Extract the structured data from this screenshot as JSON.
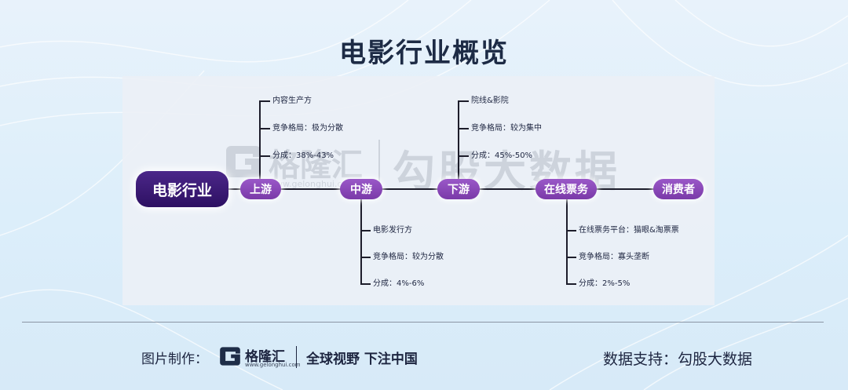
{
  "title": "电影行业概览",
  "root": {
    "label": "电影行业"
  },
  "stages": [
    {
      "label": "上游",
      "details": [
        "内容生产方",
        "竞争格局：极为分散",
        "分成：38%-43%"
      ]
    },
    {
      "label": "中游",
      "details": [
        "电影发行方",
        "竞争格局：较为分散",
        "分成：4%-6%"
      ]
    },
    {
      "label": "下游",
      "details": [
        "院线&影院",
        "竞争格局：较为集中",
        "分成：45%-50%"
      ]
    },
    {
      "label": "在线票务",
      "details": [
        "在线票务平台：猫眼&淘票票",
        "竞争格局：寡头垄断",
        "分成：2%-5%"
      ]
    },
    {
      "label": "消费者",
      "details": []
    }
  ],
  "watermark": {
    "brand": "格隆汇",
    "url": "www.gelonghui.com",
    "text": "勾股大数据"
  },
  "footer": {
    "made_by_label": "图片制作：",
    "brand": "格隆汇",
    "brand_url": "www.gelonghui.com",
    "slogan": "全球视野 下注中国",
    "data_support": "数据支持：勾股大数据"
  },
  "colors": {
    "root": "#3a1875",
    "stage": "#8a48b8",
    "line": "#1d1d2b",
    "title": "#1d2b45"
  }
}
